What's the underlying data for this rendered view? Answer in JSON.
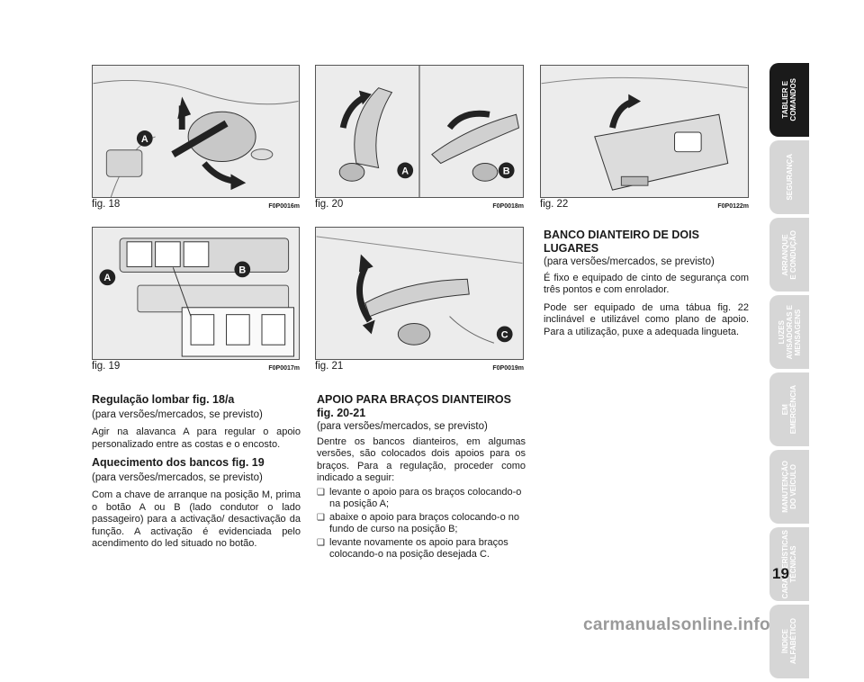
{
  "figures": [
    {
      "num": "fig. 18",
      "code": "F0P0016m",
      "labels": [
        "A"
      ]
    },
    {
      "num": "fig. 19",
      "code": "F0P0017m",
      "labels": [
        "A",
        "B"
      ]
    },
    {
      "num": "fig. 20",
      "code": "F0P0018m",
      "labels": [
        "A",
        "B"
      ]
    },
    {
      "num": "fig. 21",
      "code": "F0P0019m",
      "labels": [
        "C"
      ]
    },
    {
      "num": "fig. 22",
      "code": "F0P0122m",
      "labels": []
    }
  ],
  "left_col": {
    "h1": "Regulação lombar fig. 18/a",
    "h1_sub": "(para versões/mercados, se previsto)",
    "p1": "Agir na alavanca A para regular o apoio personalizado entre as costas e o encosto.",
    "h2": "Aquecimento dos bancos fig. 19",
    "h2_sub": "(para versões/mercados, se previsto)",
    "p2": "Com a chave de arranque na posição M, prima o botão A ou B (lado condutor o lado passageiro) para a activação/ desactivação da função. A activação é evidenciada pelo acendimento do led situado no botão."
  },
  "mid_col": {
    "h": "APOIO PARA BRAÇOS DIANTEIROS fig. 20-21",
    "sub": "(para versões/mercados, se previsto)",
    "p": "Dentre os bancos dianteiros, em algumas versões, são colocados dois apoios para os braços. Para a regulação, proceder como indicado a seguir:",
    "bullets": [
      "levante o apoio para os braços colocando-o na posição A;",
      "abaixe o apoio para braços colocando-o no fundo de curso na posição B;",
      "levante novamente os apoio para braços colocando-o na posição desejada C."
    ]
  },
  "right_col": {
    "h": "BANCO DIANTEIRO DE DOIS LUGARES",
    "sub": "(para versões/mercados, se previsto)",
    "p1": "É fixo e equipado de cinto de segurança com três pontos e com enrolador.",
    "p2": "Pode ser equipado de uma tábua fig. 22 inclinável e utilizável como plano de apoio. Para a utilização, puxe a adequada lingueta."
  },
  "tabs": [
    {
      "label": "TABLIER E\nCOMANDOS",
      "active": true
    },
    {
      "label": "SEGURANÇA",
      "active": false
    },
    {
      "label": "ARRANQUE\nE CONDUÇÃO",
      "active": false
    },
    {
      "label": "LUZES\nAVISADORAS E\nMENSAGENS",
      "active": false
    },
    {
      "label": "EM\nEMERGÊNCIA",
      "active": false
    },
    {
      "label": "MANUTENÇÃO\nDO VEÍCULO",
      "active": false
    },
    {
      "label": "CARACTERÍSTICAS\nTÉCNICAS",
      "active": false
    },
    {
      "label": "ÍNDICE\nALFABÉTICO",
      "active": false
    }
  ],
  "page_number": "19",
  "watermark": "carmanualsonline.info"
}
